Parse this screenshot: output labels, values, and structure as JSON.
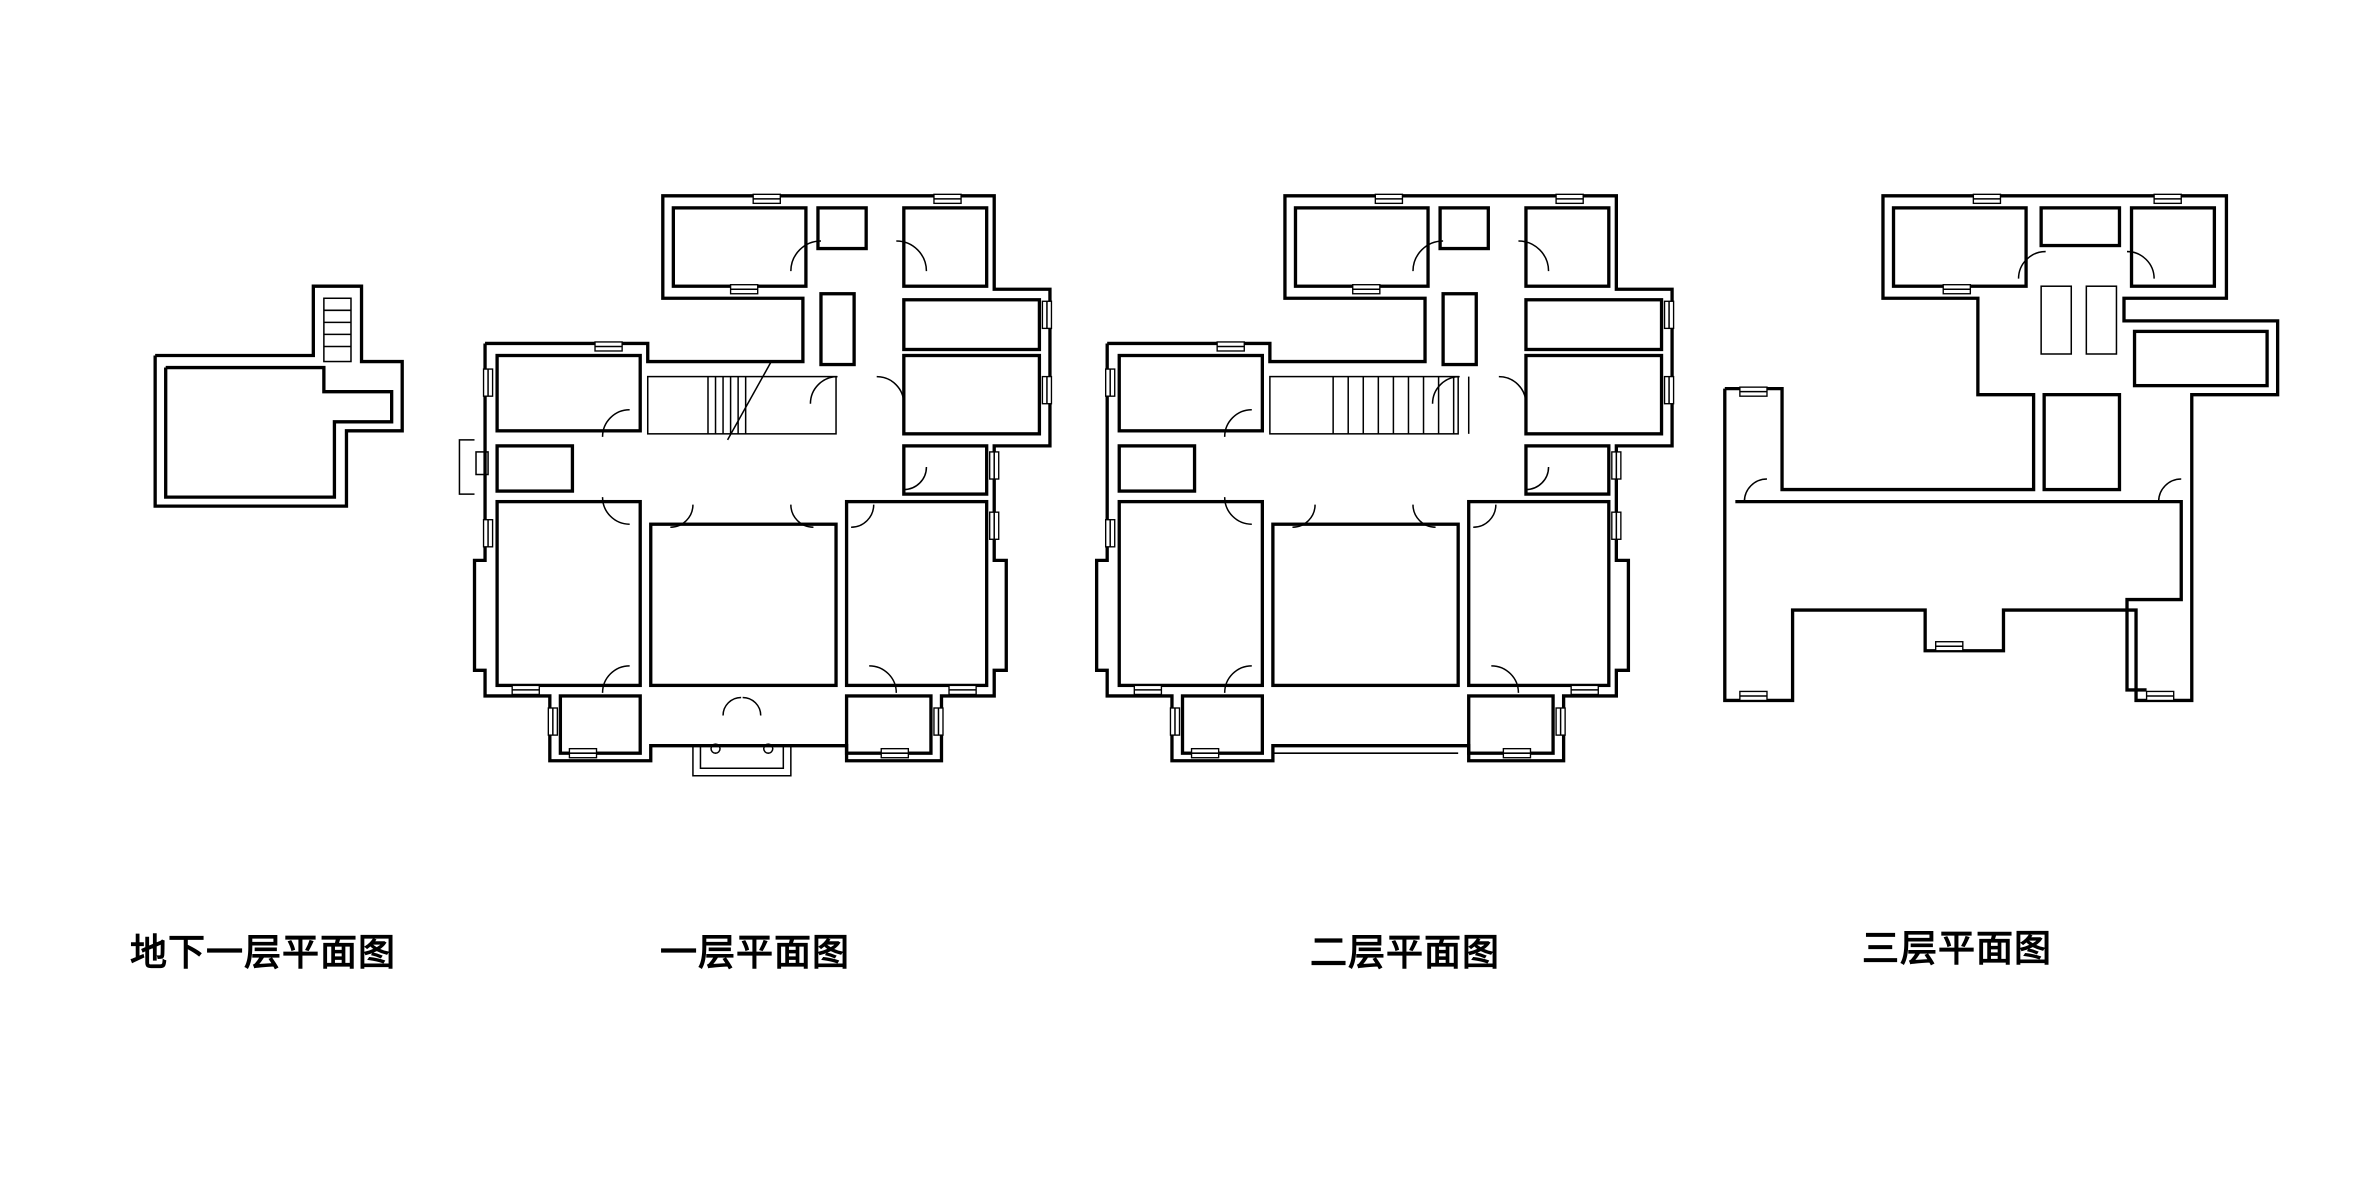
{
  "labels": {
    "basement": "地下一层平面图",
    "floor1": "一层平面图",
    "floor2": "二层平面图",
    "floor3": "三层平面图"
  },
  "colors": {
    "line": "#000000",
    "background": "#ffffff"
  }
}
